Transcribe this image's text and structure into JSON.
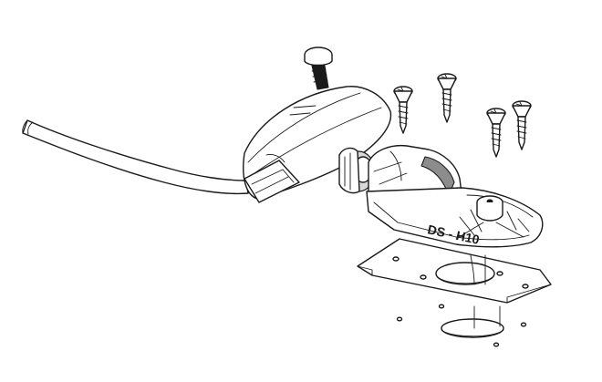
{
  "diagram": {
    "part_label": "DS - H10",
    "parts": [
      "cable",
      "transducer-housing",
      "mounting-bolt",
      "wood-screws",
      "bracket",
      "mounting-plate",
      "cable-hole"
    ]
  }
}
